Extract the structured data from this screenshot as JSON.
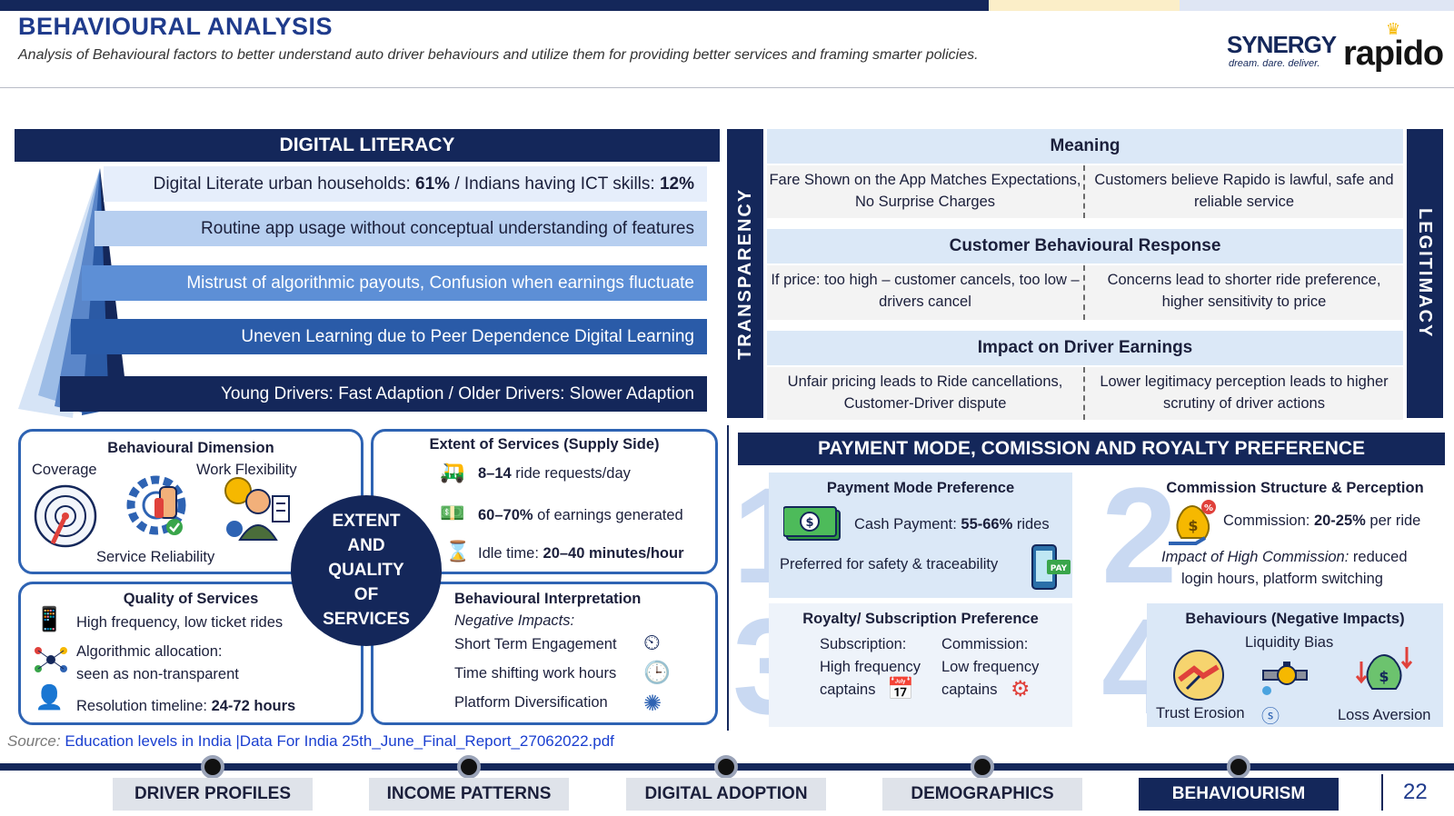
{
  "header": {
    "title": "BEHAVIOURAL ANALYSIS",
    "subtitle": "Analysis of Behavioural factors to better understand auto driver behaviours and utilize them for providing better services and framing smarter policies.",
    "logo_synergy": "SYNERGY",
    "logo_synergy_tagline": "dream. dare. deliver.",
    "logo_rapido": "rapido"
  },
  "digital_literacy": {
    "title": "DIGITAL LITERACY",
    "row1_prefix": "Digital Literate urban households: ",
    "row1_val1": "61%",
    "row1_mid": " / Indians having ICT skills: ",
    "row1_val2": "12%",
    "row2": "Routine app usage without conceptual understanding of features",
    "row3": "Mistrust of algorithmic payouts, Confusion when earnings fluctuate",
    "row4": "Uneven Learning due to Peer Dependence Digital Learning",
    "row5": "Young Drivers: Fast Adaption / Older Drivers: Slower Adaption"
  },
  "transparency": {
    "left_label": "TRANSPARENCY",
    "right_label": "LEGITIMACY",
    "meaning_head": "Meaning",
    "meaning_left": "Fare Shown on the App Matches Expectations, No Surprise Charges",
    "meaning_right": "Customers believe Rapido is lawful, safe and reliable service",
    "response_head": "Customer Behavioural Response",
    "response_left": "If price: too high – customer cancels, too low – drivers cancel",
    "response_right": "Concerns lead to shorter ride preference, higher sensitivity to price",
    "impact_head": "Impact on Driver Earnings",
    "impact_left": "Unfair pricing leads to Ride cancellations, Customer-Driver dispute",
    "impact_right": "Lower legitimacy perception leads to higher scrutiny of driver actions"
  },
  "behavioural_dimension": {
    "head": "Behavioural Dimension",
    "coverage": "Coverage",
    "flexibility": "Work Flexibility",
    "reliability": "Service Reliability"
  },
  "extent_services": {
    "head": "Extent of Services (Supply Side)",
    "item1_bold": "8–14",
    "item1_rest": " ride requests/day",
    "item2_bold": "60–70%",
    "item2_rest": " of earnings generated",
    "item3_pre": "Idle time: ",
    "item3_bold": "20–40 minutes/hour"
  },
  "center_circle": {
    "l1": "EXTENT",
    "l2": "AND",
    "l3": "QUALITY",
    "l4": "OF",
    "l5": "SERVICES"
  },
  "quality_services": {
    "head": "Quality of Services",
    "item1": "High frequency, low ticket rides",
    "item2a": "Algorithmic allocation:",
    "item2b": "seen as non-transparent",
    "item3_pre": "Resolution timeline: ",
    "item3_bold": "24-72 hours"
  },
  "interpretation": {
    "head": "Behavioural Interpretation",
    "sub": "Negative Impacts:",
    "item1": "Short Term Engagement",
    "item2": "Time shifting work hours",
    "item3": "Platform Diversification"
  },
  "payment": {
    "title": "PAYMENT MODE, COMISSION AND ROYALTY PREFERENCE",
    "box1_num": "1",
    "box1_head": "Payment Mode Preference",
    "box1_line1_pre": "Cash Payment: ",
    "box1_line1_bold": "55-66%",
    "box1_line1_post": " rides",
    "box1_line2": "Preferred for safety & traceability",
    "box2_num": "2",
    "box2_head": "Commission Structure & Perception",
    "box2_line1_pre": "Commission: ",
    "box2_line1_bold": "20-25%",
    "box2_line1_post": " per ride",
    "box2_line2_italic": "Impact of High Commission:",
    "box2_line2_rest": " reduced",
    "box2_line3": "login hours, platform switching",
    "box3_num": "3",
    "box3_head": "Royalty/ Subscription Preference",
    "box3_sub_head": "Subscription:",
    "box3_sub_l1": "High frequency",
    "box3_sub_l2": "captains",
    "box3_com_head": "Commission:",
    "box3_com_l1": "Low frequency",
    "box3_com_l2": "captains",
    "box4_num": "4",
    "box4_head": "Behaviours (Negative Impacts)",
    "box4_liquidity": "Liquidity Bias",
    "box4_trust": "Trust Erosion",
    "box4_loss": "Loss Aversion"
  },
  "source": {
    "label": "Source:",
    "link1": "Education levels in India |Data For India",
    "link2": "25th_June_Final_Report_27062022.pdf"
  },
  "footer": {
    "tabs": [
      "DRIVER PROFILES",
      "INCOME PATTERNS",
      "DIGITAL ADOPTION",
      "DEMOGRAPHICS",
      "BEHAVIOURISM"
    ],
    "active_tab": "BEHAVIOURISM",
    "page_number": "22"
  },
  "colors": {
    "navy": "#14275a",
    "title_blue": "#1f3b8c",
    "light_blue": "#dbe8f7",
    "accent_yellow": "#fbeec8"
  }
}
